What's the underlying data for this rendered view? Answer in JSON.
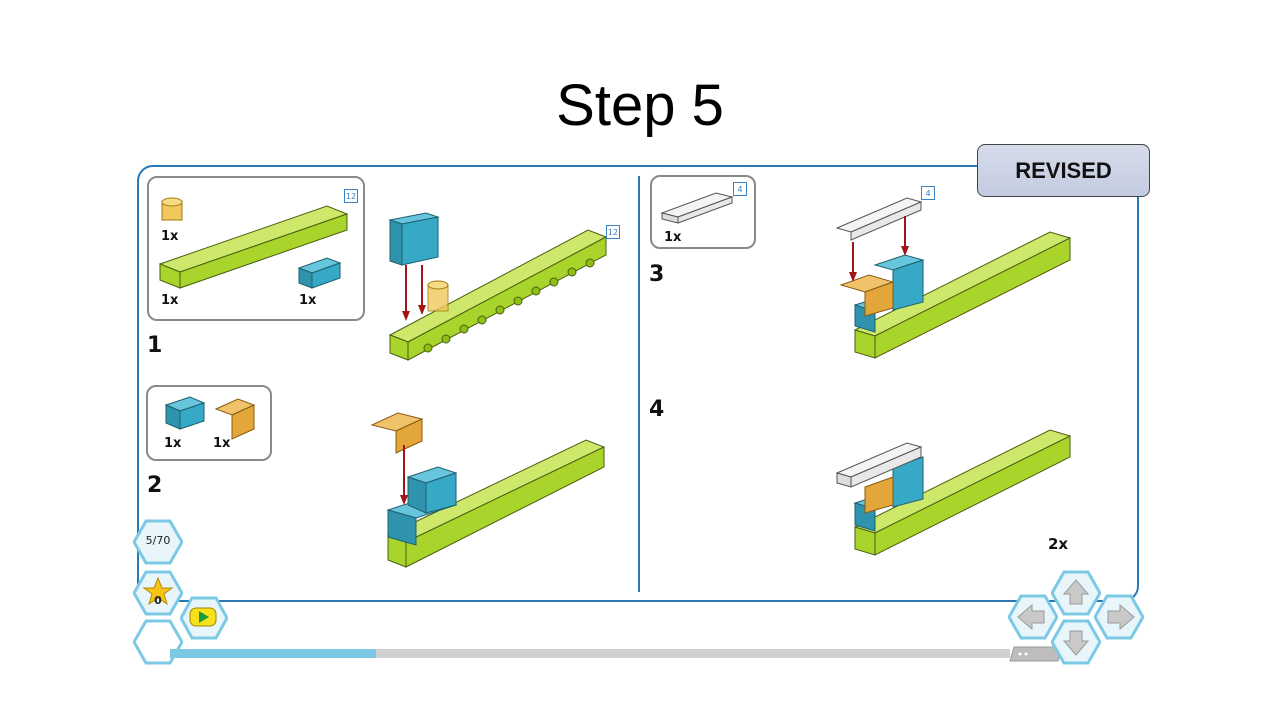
{
  "page": {
    "title": "Step 5",
    "revised_label": "REVISED"
  },
  "steps": [
    {
      "number": "1",
      "parts": [
        {
          "qty": "1x",
          "name": "yellow-transparent-round"
        },
        {
          "qty": "1x",
          "name": "lime-technic-beam"
        },
        {
          "qty": "1x",
          "name": "blue-brick"
        }
      ],
      "beam_badge": "12"
    },
    {
      "number": "2",
      "parts": [
        {
          "qty": "1x",
          "name": "blue-brick"
        },
        {
          "qty": "1x",
          "name": "orange-slope"
        }
      ]
    },
    {
      "number": "3",
      "parts": [
        {
          "qty": "1x",
          "name": "white-plate"
        }
      ],
      "plate_badge": "4"
    },
    {
      "number": "4"
    }
  ],
  "step1_beam_badge_2": "12",
  "step3_plate_badge_2": "4",
  "step4_multiplier": "2x",
  "hud": {
    "page_counter": "5/70",
    "star_count": "0"
  },
  "progress": {
    "fraction": 0.245
  },
  "colors": {
    "frame": "#2b78b5",
    "lime": "#a9d42c",
    "blue": "#35a9c6",
    "orange": "#e3a63a",
    "progress": "#7cc9e6"
  },
  "icons": {
    "counter": "pages-icon",
    "star": "star-icon",
    "play": "play-icon",
    "nav_up": "arrow-up-icon",
    "nav_down": "arrow-down-icon",
    "nav_left": "arrow-left-icon",
    "nav_right": "arrow-right-icon"
  }
}
